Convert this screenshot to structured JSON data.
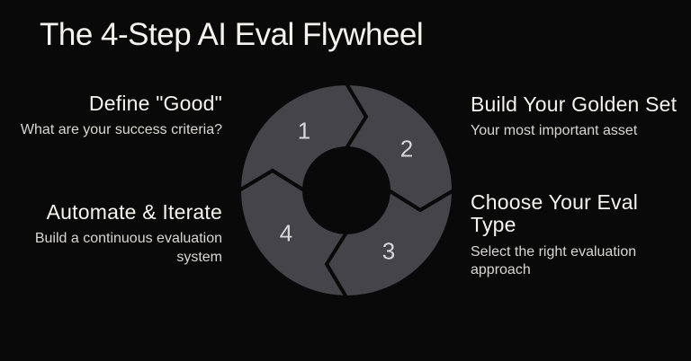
{
  "title": "The 4-Step AI Eval Flywheel",
  "colors": {
    "background": "#090909",
    "segment": "#444449",
    "gap": "#090909",
    "title_text": "#f5f3f0",
    "subtitle_text": "#d9d7d3",
    "number_text": "#d8d8d8"
  },
  "steps": [
    {
      "number": "1",
      "title": "Define \"Good\"",
      "subtitle": "What are your success criteria?"
    },
    {
      "number": "2",
      "title": "Build Your Golden Set",
      "subtitle": "Your most important asset"
    },
    {
      "number": "3",
      "title": "Choose Your Eval Type",
      "subtitle": "Select the right evaluation approach"
    },
    {
      "number": "4",
      "title": "Automate & Iterate",
      "subtitle": "Build a continuous evaluation system"
    }
  ]
}
